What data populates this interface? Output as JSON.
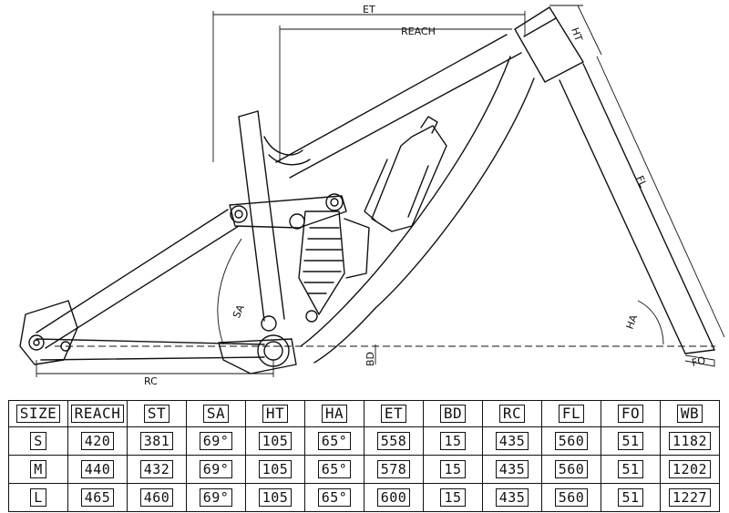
{
  "dimensions": {
    "et": "ET",
    "reach": "REACH",
    "ht": "HT",
    "fl": "FL",
    "sa": "SA",
    "ha": "HA",
    "bd": "BD",
    "rc": "RC",
    "fo": "FO"
  },
  "table": {
    "headers": [
      "SIZE",
      "REACH",
      "ST",
      "SA",
      "HT",
      "HA",
      "ET",
      "BD",
      "RC",
      "FL",
      "FO",
      "WB"
    ],
    "rows": [
      [
        "S",
        "420",
        "381",
        "69°",
        "105",
        "65°",
        "558",
        "15",
        "435",
        "560",
        "51",
        "1182"
      ],
      [
        "M",
        "440",
        "432",
        "69°",
        "105",
        "65°",
        "578",
        "15",
        "435",
        "560",
        "51",
        "1202"
      ],
      [
        "L",
        "465",
        "460",
        "69°",
        "105",
        "65°",
        "600",
        "15",
        "435",
        "560",
        "51",
        "1227"
      ]
    ]
  }
}
